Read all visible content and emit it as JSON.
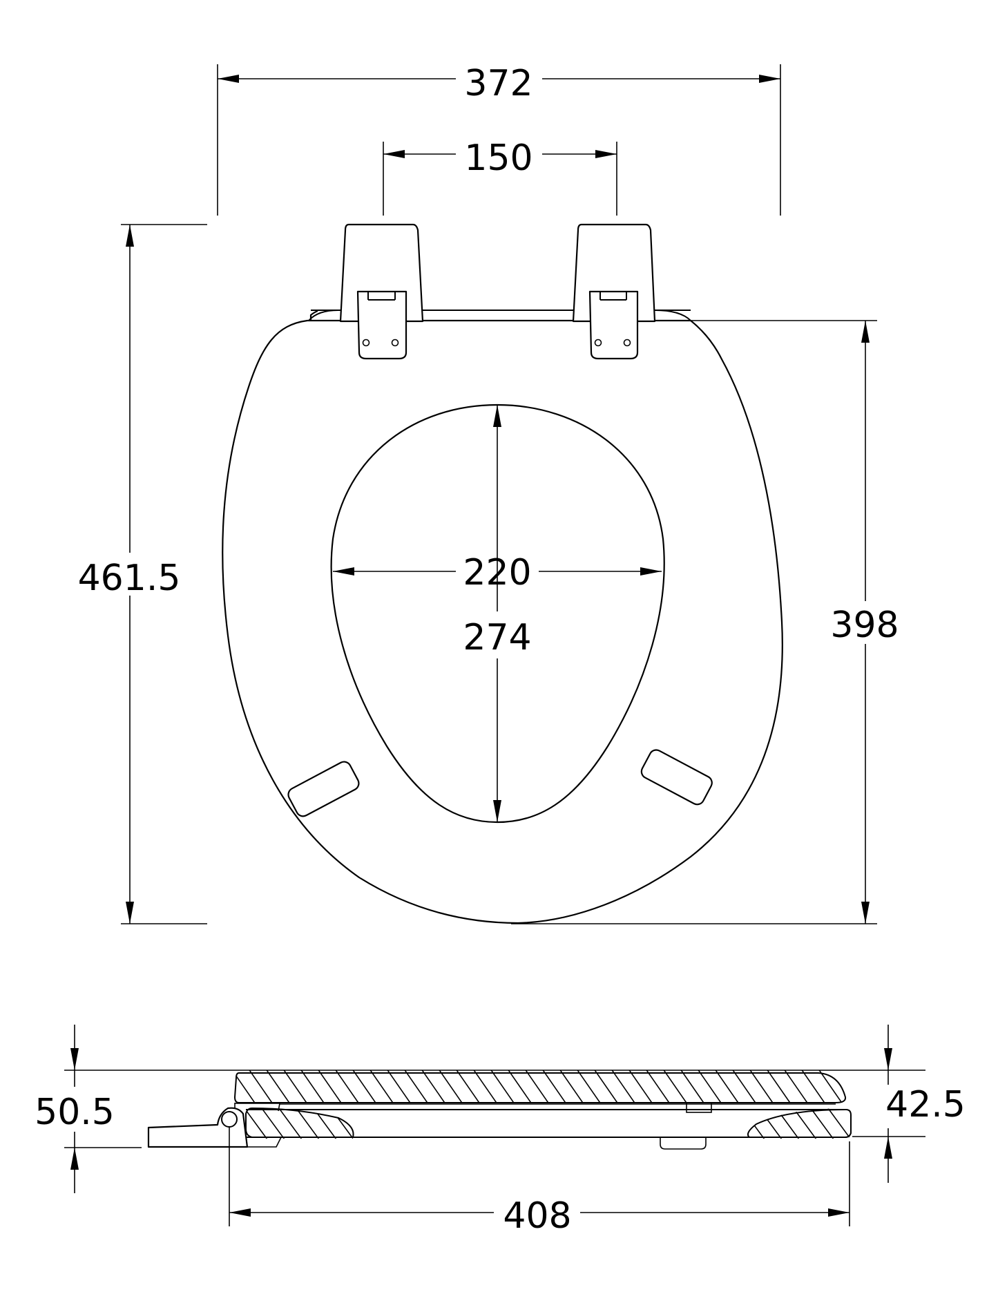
{
  "drawing": {
    "subject": "Toilet seat dimension drawing",
    "units": "mm",
    "line_color": "#000000",
    "background_color": "#ffffff",
    "views": [
      {
        "name": "top-view",
        "description": "Plan view of seat with lid hinges"
      },
      {
        "name": "side-section-view",
        "description": "Hatched cross-section of seat and lid"
      }
    ]
  },
  "dimensions": {
    "overall_width": "372",
    "hinge_spacing": "150",
    "overall_length": "461.5",
    "seat_length": "398",
    "opening_width": "220",
    "opening_length": "274",
    "height_at_hinge": "50.5",
    "height_front": "42.5",
    "side_length": "408"
  }
}
